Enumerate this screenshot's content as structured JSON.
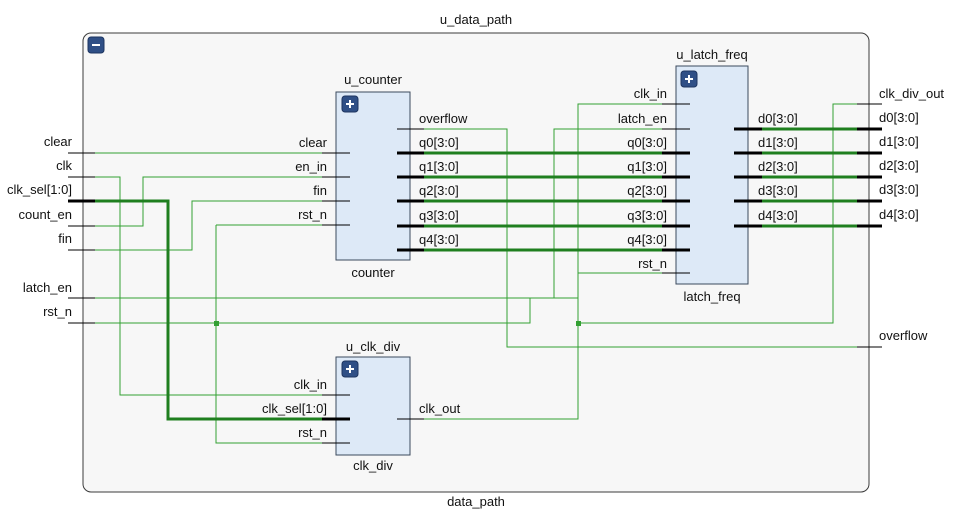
{
  "top": {
    "instance_name": "u_data_path",
    "module_name": "data_path"
  },
  "inputs": [
    "clear",
    "clk",
    "clk_sel[1:0]",
    "count_en",
    "fin",
    "latch_en",
    "rst_n"
  ],
  "outputs": [
    "clk_div_out",
    "d0[3:0]",
    "d1[3:0]",
    "d2[3:0]",
    "d3[3:0]",
    "d4[3:0]",
    "overflow"
  ],
  "counter": {
    "instance_name": "u_counter",
    "module_name": "counter",
    "inputs": [
      "clear",
      "en_in",
      "fin",
      "rst_n"
    ],
    "outputs": [
      "overflow",
      "q0[3:0]",
      "q1[3:0]",
      "q2[3:0]",
      "q3[3:0]",
      "q4[3:0]"
    ]
  },
  "latch": {
    "instance_name": "u_latch_freq",
    "module_name": "latch_freq",
    "inputs": [
      "clk_in",
      "latch_en",
      "q0[3:0]",
      "q1[3:0]",
      "q2[3:0]",
      "q3[3:0]",
      "q4[3:0]",
      "rst_n"
    ],
    "outputs": [
      "d0[3:0]",
      "d1[3:0]",
      "d2[3:0]",
      "d3[3:0]",
      "d4[3:0]"
    ]
  },
  "clkdiv": {
    "instance_name": "u_clk_div",
    "module_name": "clk_div",
    "inputs": [
      "clk_in",
      "clk_sel[1:0]",
      "rst_n"
    ],
    "outputs": [
      "clk_out"
    ]
  },
  "buttons": {
    "collapse": "−",
    "expand": "+"
  },
  "colors": {
    "wire": "#33a033",
    "bus": "#1f7f1f",
    "block_fill": "#dde9f7",
    "button": "#2f4f86"
  }
}
